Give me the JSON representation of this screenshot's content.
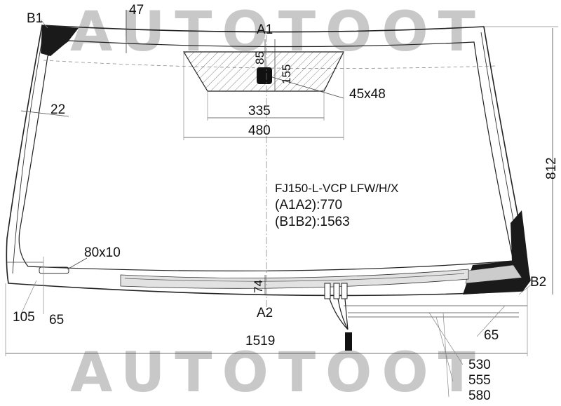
{
  "watermark": {
    "text": "AUTOTOOT"
  },
  "points": {
    "b1": "B1",
    "b2": "B2",
    "a1": "A1",
    "a2": "A2"
  },
  "dimensions": {
    "d47": "47",
    "d85": "85",
    "d155": "155",
    "d45x48": "45x48",
    "d335": "335",
    "d480": "480",
    "d22": "22",
    "d812": "812",
    "d80x10": "80x10",
    "d74": "74",
    "d105": "105",
    "d65_left": "65",
    "d65_right": "65",
    "d1519": "1519",
    "d530": "530",
    "d555": "555",
    "d580": "580"
  },
  "info": {
    "model": "FJ150-L-VCP LFW/H/X",
    "a1a2": "(A1A2):770",
    "b1b2": "(B1B2):1563"
  },
  "colors": {
    "ceramic_band": "#1a1a1a",
    "outline": "#222222",
    "watermark": "#c8c8c8"
  }
}
